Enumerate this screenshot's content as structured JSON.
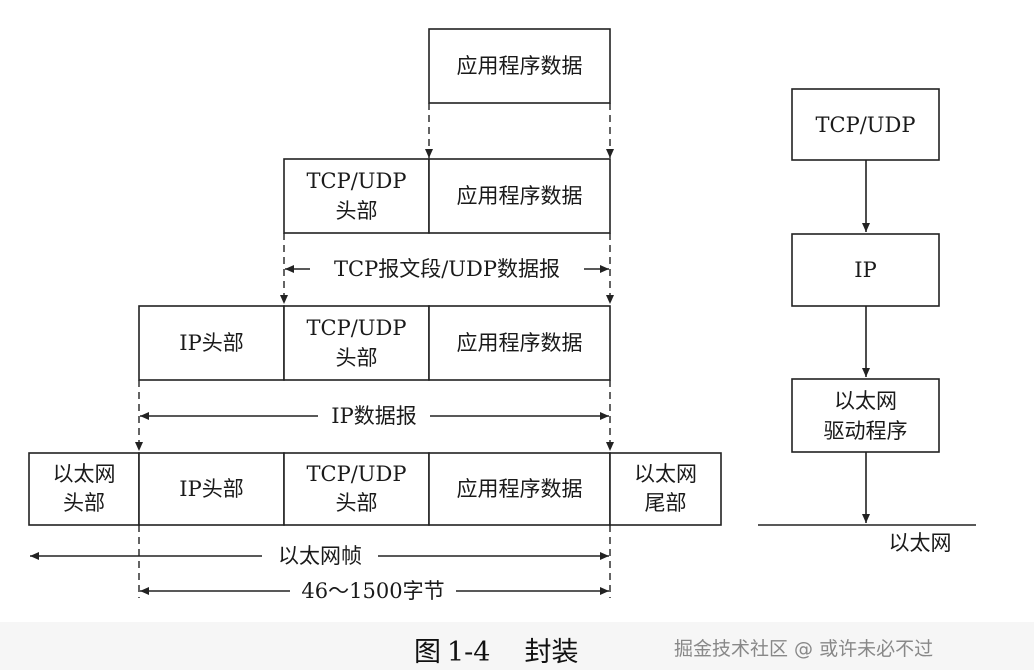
{
  "diagram": {
    "labels": {
      "app_data": "应用程序数据",
      "tcp_udp_header_line1": "TCP/UDP",
      "tcp_udp_header_line2": "头部",
      "ip_header": "IP头部",
      "eth_header_line1": "以太网",
      "eth_header_line2": "头部",
      "eth_trailer_line1": "以太网",
      "eth_trailer_line2": "尾部",
      "segment_span": "TCP报文段/UDP数据报",
      "ip_datagram_span": "IP数据报",
      "frame_span": "以太网帧",
      "payload_span": "46～1500字节"
    },
    "stack": {
      "layers": [
        "TCP/UDP",
        "IP",
        "以太网\n驱动程序"
      ],
      "driver_line1": "以太网",
      "driver_line2": "驱动程序",
      "medium": "以太网"
    }
  },
  "caption": {
    "figure": "图",
    "number": "1-4",
    "title": "封装"
  },
  "watermark": "掘金技术社区 @ 或许未必不过"
}
